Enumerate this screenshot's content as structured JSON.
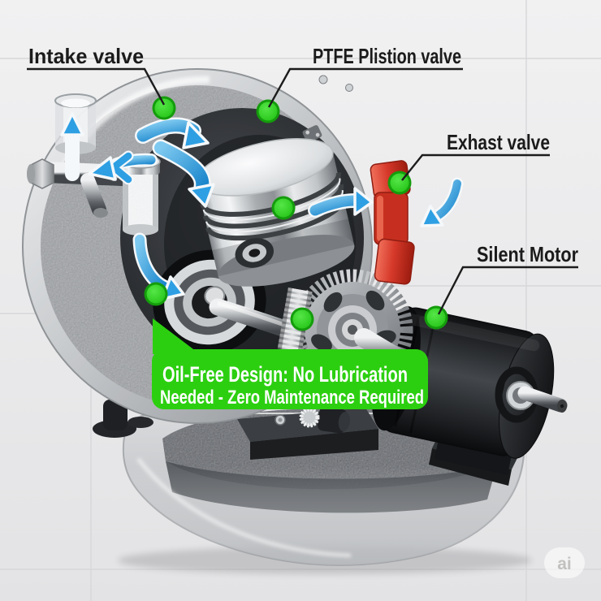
{
  "diagram": {
    "subject": "Oil-free piston air compressor cutaway",
    "labels": {
      "intake": "Intake valve",
      "ptfe": "PTFE Plistion valve",
      "exhaust": "Exhast valve",
      "motor": "Silent Motor"
    },
    "banner": {
      "line1": "Oil-Free Design: No Lubrication",
      "line2": "Needed - Zero Maintenance Required"
    },
    "watermark": {
      "text": "ai"
    },
    "markers": {
      "color": "#35d62a",
      "points": [
        "intake-port",
        "cylinder-top",
        "piston-side",
        "crankshaft-bearing",
        "drive-gear",
        "exhaust-valve",
        "motor-body"
      ]
    },
    "colors": {
      "background": "#e9e9ea",
      "banner_green": "#2ccf10",
      "marker_green": "#35d62a",
      "arrow_blue": "#2e9fe3",
      "valve_red": "#d6392a",
      "label_text": "#1b1b1b",
      "banner_text": "#ffffff"
    }
  }
}
